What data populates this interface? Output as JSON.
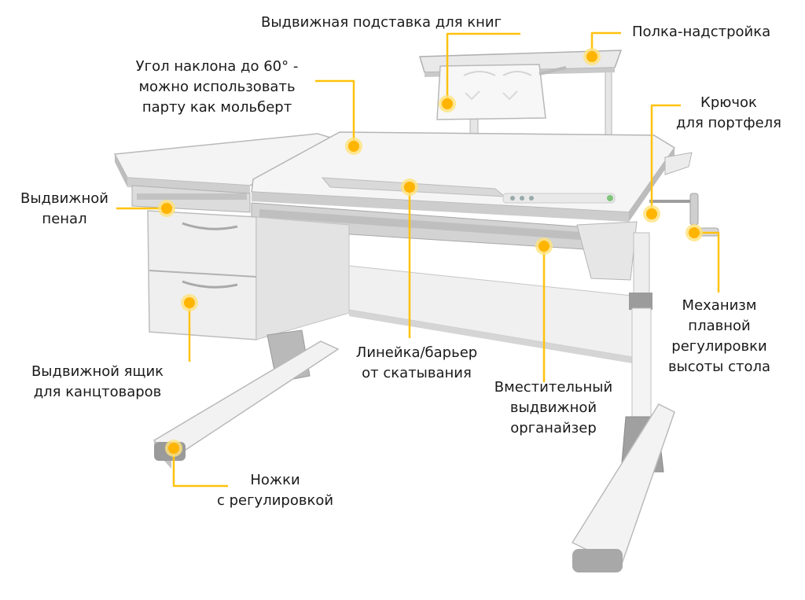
{
  "colors": {
    "callout": "#ffc20e",
    "dot_core": "#ffb400",
    "desk_light": "#f2f2f2",
    "desk_edge": "#bdbdbd",
    "desk_dark": "#8e8e8e",
    "text": "#1a1a1a"
  },
  "labels": {
    "book_stand": "Выдвижная подставка для книг",
    "shelf": "Полка-надстройка",
    "tilt": "Угол наклона до 60° -\nможно использовать\nпарту как мольберт",
    "hook": "Крючок\nдля портфеля",
    "pencil_case": "Выдвижной\nпенал",
    "mechanism": "Механизм\nплавной\nрегулировки\nвысоты стола",
    "ruler": "Линейка/барьер\nот скатывания",
    "drawer": "Выдвижной ящик\nдля канцтоваров",
    "organizer": "Вместительный\nвыдвижной\nорганайзер",
    "legs": "Ножки\nс регулировкой"
  },
  "icons": [
    "callout-dot-icon"
  ]
}
